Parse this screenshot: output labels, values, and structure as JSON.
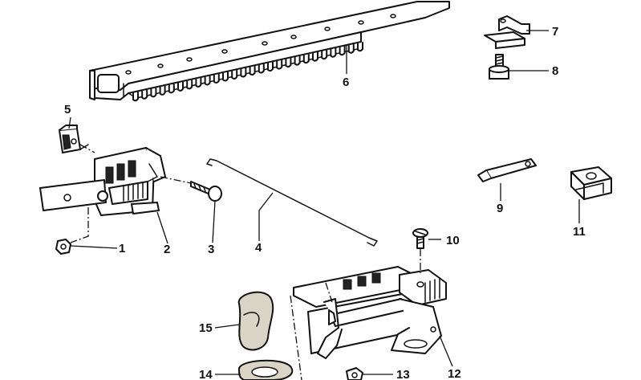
{
  "diagram": {
    "callouts": [
      {
        "id": "c1",
        "label": "1"
      },
      {
        "id": "c2",
        "label": "2"
      },
      {
        "id": "c3",
        "label": "3"
      },
      {
        "id": "c4",
        "label": "4"
      },
      {
        "id": "c5",
        "label": "5"
      },
      {
        "id": "c6",
        "label": "6"
      },
      {
        "id": "c7",
        "label": "7"
      },
      {
        "id": "c8",
        "label": "8"
      },
      {
        "id": "c9",
        "label": "9"
      },
      {
        "id": "c10",
        "label": "10"
      },
      {
        "id": "c11",
        "label": "11"
      },
      {
        "id": "c12",
        "label": "12"
      },
      {
        "id": "c13",
        "label": "13"
      },
      {
        "id": "c14",
        "label": "14"
      },
      {
        "id": "c15",
        "label": "15"
      }
    ],
    "colors": {
      "line": "#111111",
      "background": "#ffffff",
      "felt": "#d9d4c6"
    }
  }
}
